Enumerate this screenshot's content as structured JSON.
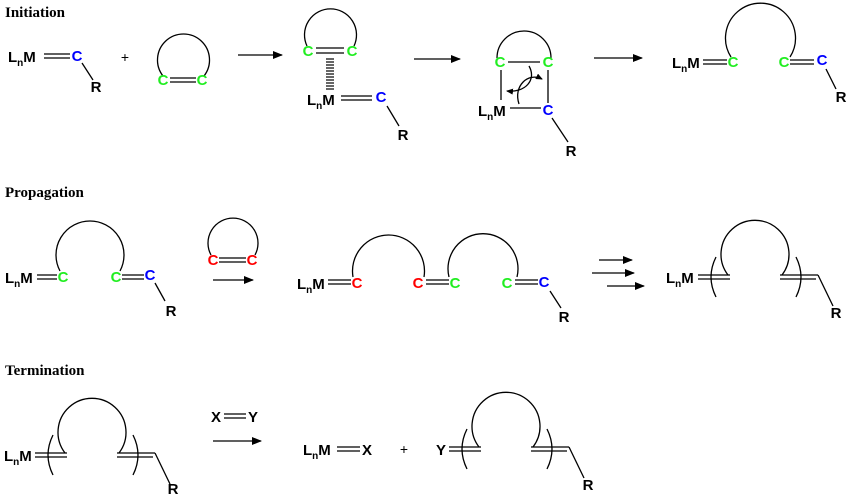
{
  "sections": {
    "initiation": "Initiation",
    "propagation": "Propagation",
    "termination": "Termination"
  },
  "metal": {
    "L": "L",
    "n": "n",
    "M": "M"
  },
  "atoms": {
    "carbon": "C",
    "R": "R",
    "X": "X",
    "Y": "Y"
  },
  "plus": "+",
  "colors": {
    "initiator_carbon": "#0000ff",
    "first_monomer_carbon": "#22ee22",
    "second_monomer_carbon": "#ff0000"
  }
}
